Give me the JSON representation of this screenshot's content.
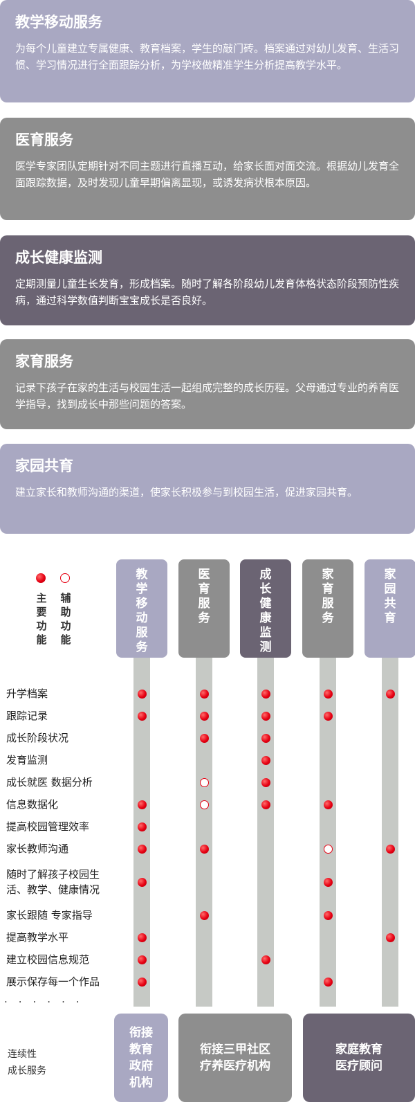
{
  "services": [
    {
      "title": "教学移动服务",
      "desc": "为每个儿童建立专属健康、教育档案，学生的敲门砖。档案通过对幼儿发育、生活习惯、学习情况进行全面跟踪分析，为学校做精准学生分析提高教学水平。",
      "color": "#a9a8c2"
    },
    {
      "title": "医育服务",
      "desc": "医学专家团队定期针对不同主题进行直播互动，给家长面对面交流。根据幼儿发育全面跟踪数据，及时发现儿童早期偏离显现，或诱发病状根本原因。",
      "color": "#8e8e8e"
    },
    {
      "title": "成长健康监测",
      "desc": "定期测量儿童生长发育，形成档案。随时了解各阶段幼儿发育体格状态阶段预防性疾病，通过科学数值判断宝宝成长是否良好。",
      "color": "#6b6473"
    },
    {
      "title": "家育服务",
      "desc": "记录下孩子在家的生活与校园生活一起组成完整的成长历程。父母通过专业的养育医学指导，找到成长中那些问题的答案。",
      "color": "#8e8e8e"
    },
    {
      "title": "家园共育",
      "desc": "建立家长和教师沟通的渠道，使家长积极参与到校园生活，促进家园共育。",
      "color": "#a9a8c2"
    }
  ],
  "legend": {
    "primary": "主要功能",
    "auxiliary": "辅助功能"
  },
  "columns": [
    {
      "label": "教学移动服务",
      "color": "#a9a8c2"
    },
    {
      "label": "医育服务",
      "color": "#8e8e8e"
    },
    {
      "label": "成长健康监测",
      "color": "#6b6473"
    },
    {
      "label": "家育服务",
      "color": "#8e8e8e"
    },
    {
      "label": "家园共育",
      "color": "#a9a8c2"
    }
  ],
  "rows": [
    {
      "label": "升学档案",
      "marks": [
        "P",
        "P",
        "P",
        "P",
        "P"
      ]
    },
    {
      "label": "跟踪记录",
      "marks": [
        "P",
        "P",
        "P",
        "P",
        ""
      ]
    },
    {
      "label": "成长阶段状况",
      "marks": [
        "",
        "P",
        "P",
        "",
        ""
      ]
    },
    {
      "label": "发育监测",
      "marks": [
        "",
        "",
        "P",
        "",
        ""
      ]
    },
    {
      "label": "成长就医 数据分析",
      "marks": [
        "",
        "A",
        "P",
        "",
        ""
      ]
    },
    {
      "label": "信息数据化",
      "marks": [
        "P",
        "A",
        "P",
        "P",
        ""
      ]
    },
    {
      "label": "提高校园管理效率",
      "marks": [
        "P",
        "",
        "",
        "",
        ""
      ]
    },
    {
      "label": "家长教师沟通",
      "marks": [
        "P",
        "P",
        "",
        "A",
        "P"
      ]
    },
    {
      "label": "随时了解孩子校园生活、教学、健康情况",
      "marks": [
        "P",
        "",
        "",
        "P",
        ""
      ]
    },
    {
      "label": "家长跟随 专家指导",
      "marks": [
        "",
        "P",
        "",
        "P",
        ""
      ]
    },
    {
      "label": "提高教学水平",
      "marks": [
        "P",
        "",
        "",
        "",
        "P"
      ]
    },
    {
      "label": "建立校园信息规范",
      "marks": [
        "P",
        "",
        "P",
        "",
        ""
      ]
    },
    {
      "label": "展示保存每一个作品",
      "marks": [
        "P",
        "",
        "",
        "P",
        ""
      ]
    }
  ],
  "ellipsis": "......",
  "footer": {
    "label": [
      "连续性",
      "成长服务"
    ],
    "boxes": [
      {
        "lines": [
          "衔接",
          "教育",
          "政府",
          "机构"
        ],
        "color": "#a9a8c2"
      },
      {
        "lines": [
          "衔接三甲社区",
          "疗养医疗机构"
        ],
        "color": "#8e8e8e"
      },
      {
        "lines": [
          "家庭教育",
          "医疗顾问"
        ],
        "color": "#6b6473"
      }
    ]
  }
}
